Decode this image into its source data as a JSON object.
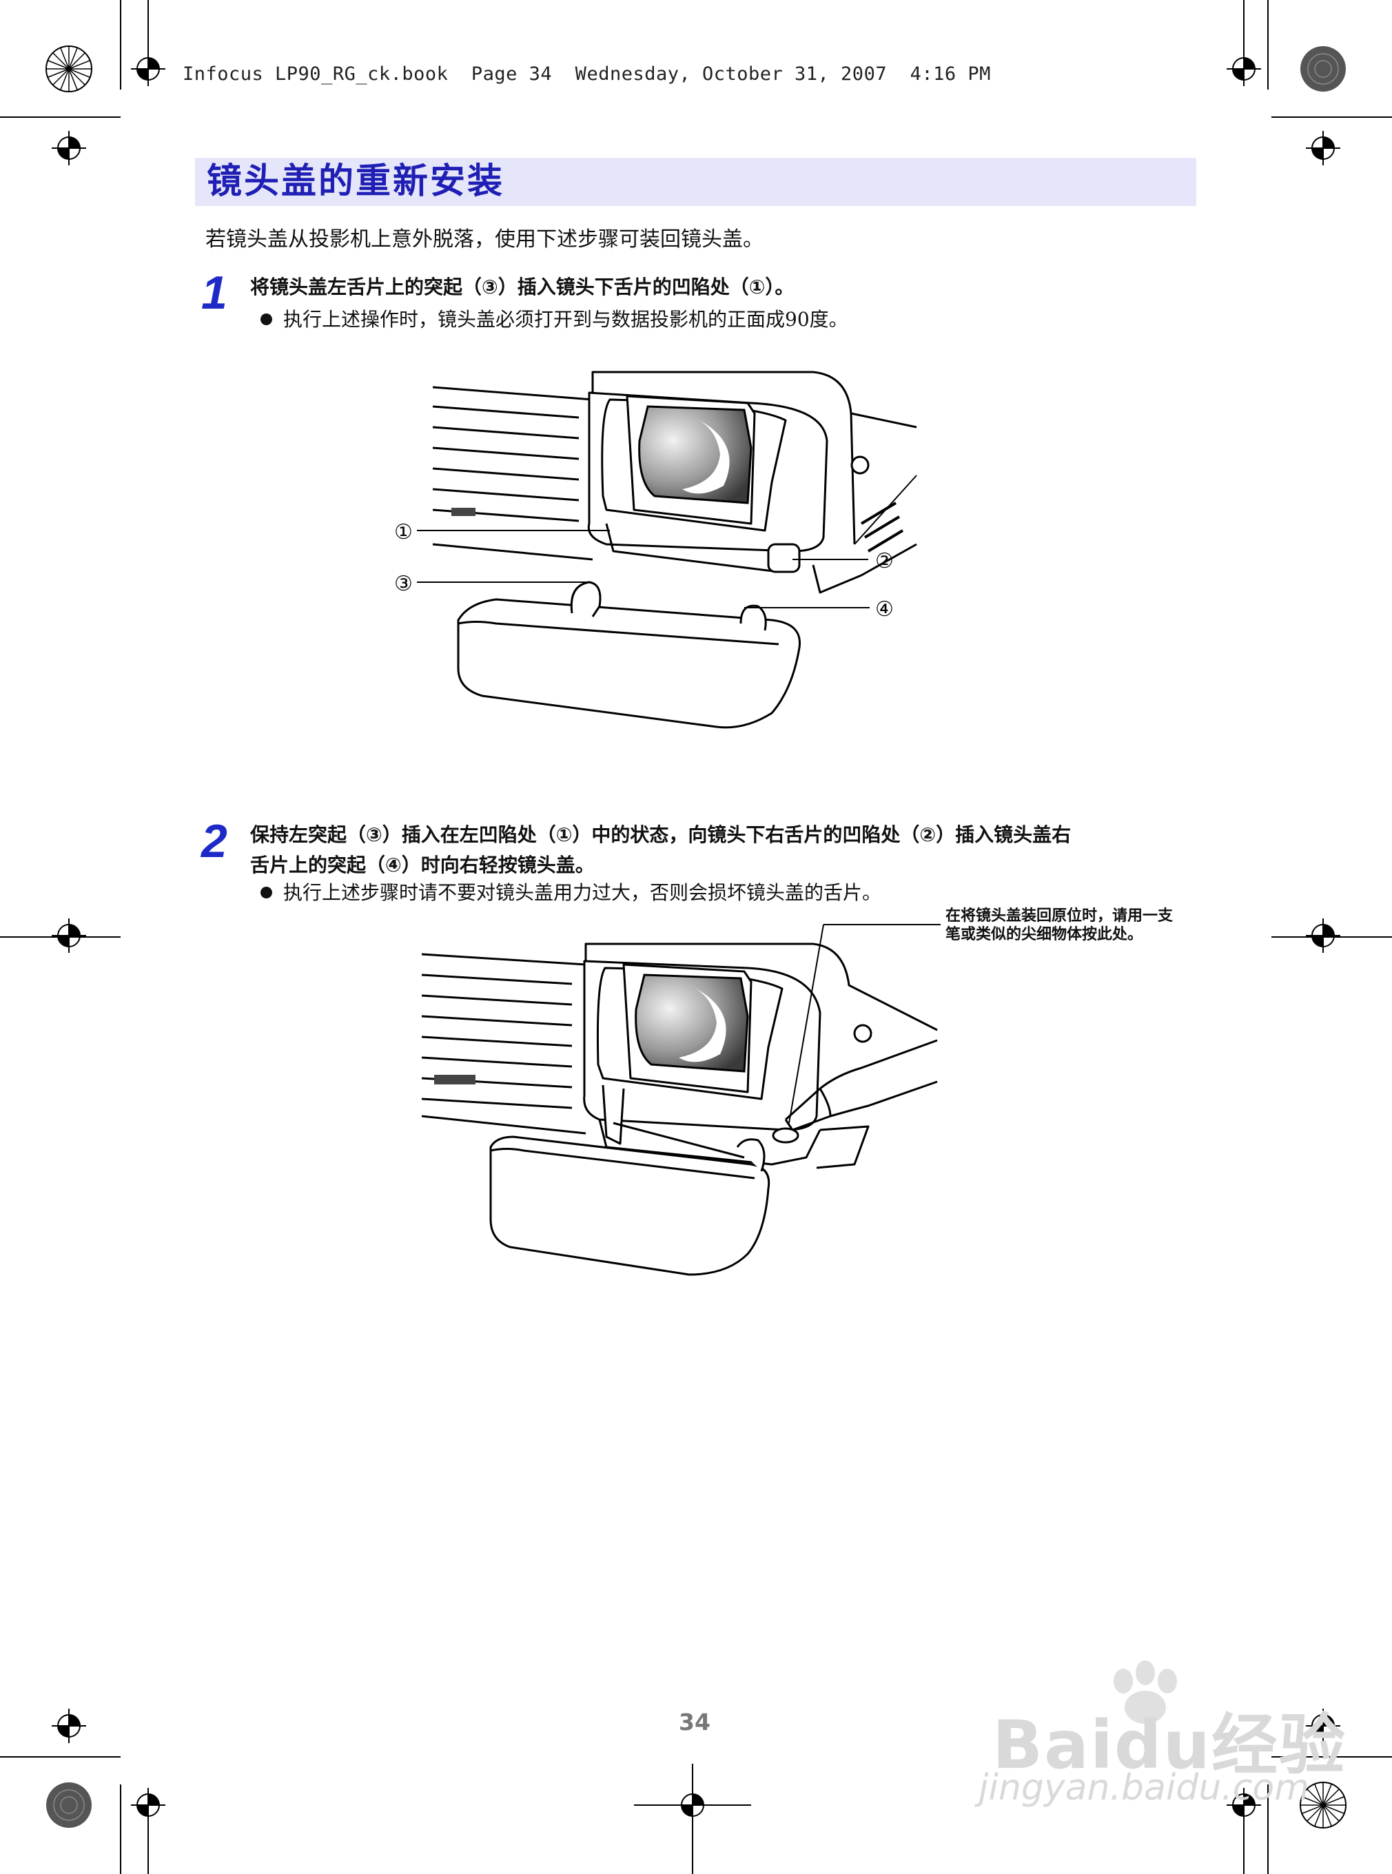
{
  "header": {
    "book_line": "Infocus LP90_RG_ck.book  Page 34  Wednesday, October 31, 2007  4:16 PM"
  },
  "section": {
    "title": "镜头盖的重新安装",
    "intro": "若镜头盖从投影机上意外脱落，使用下述步骤可装回镜头盖。"
  },
  "steps": [
    {
      "number": "1",
      "heading": "将镜头盖左舌片上的突起（③）插入镜头下舌片的凹陷处（①）。",
      "bullet": "执行上述操作时，镜头盖必须打开到与数据投影机的正面成90度。"
    },
    {
      "number": "2",
      "heading_line1": "保持左突起（③）插入在左凹陷处（①）中的状态，向镜头下右舌片的凹陷处（②）插入镜头盖右",
      "heading_line2": "舌片上的突起（④）时向右轻按镜头盖。",
      "bullet": "执行上述步骤时请不要对镜头盖用力过大，否则会损坏镜头盖的舌片。"
    }
  ],
  "figure1": {
    "labels": [
      "①",
      "②",
      "③",
      "④"
    ]
  },
  "figure2": {
    "callout": "在将镜头盖装回原位时，请用一支笔或类似的尖细物体按此处。"
  },
  "footer": {
    "page_number": "34"
  },
  "watermark": {
    "brand": "Baidu经验",
    "url": "jingyan.baidu.com"
  }
}
